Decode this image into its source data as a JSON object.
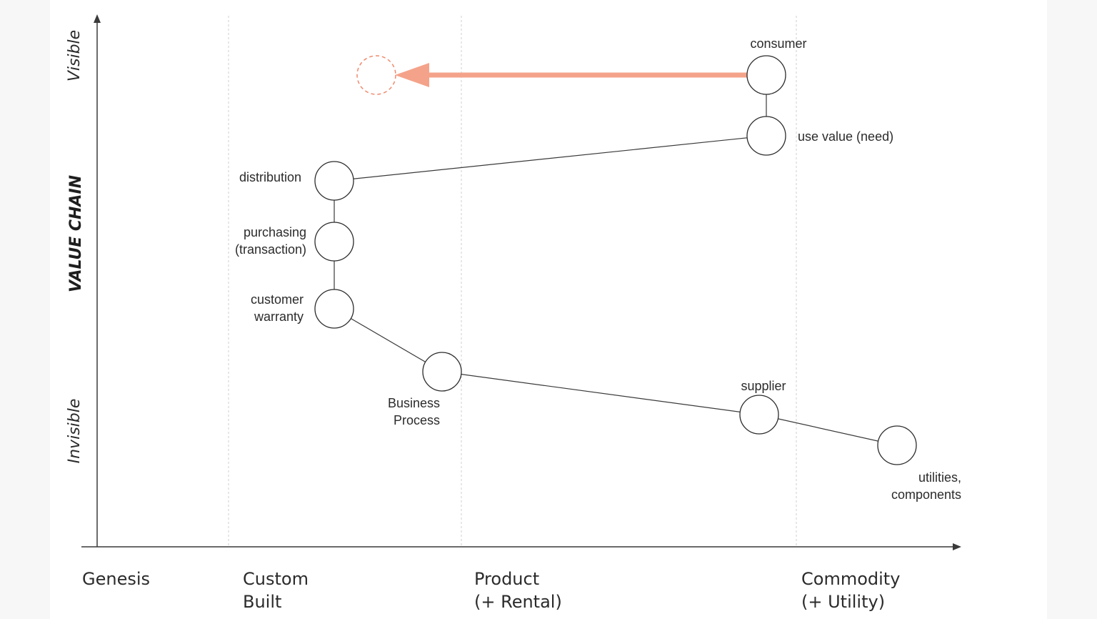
{
  "y_axis": {
    "top_label": "Visible",
    "title": "VALUE CHAIN",
    "bottom_label": "Invisible"
  },
  "x_axis": {
    "stages": [
      {
        "id": "genesis",
        "lines": [
          "Genesis"
        ]
      },
      {
        "id": "custom-built",
        "lines": [
          "Custom",
          "Built"
        ]
      },
      {
        "id": "product",
        "lines": [
          "Product",
          "(+ Rental)"
        ]
      },
      {
        "id": "commodity",
        "lines": [
          "Commodity",
          "(+ Utility)"
        ]
      }
    ]
  },
  "nodes": [
    {
      "id": "consumer",
      "lines": [
        "consumer"
      ]
    },
    {
      "id": "use-value",
      "lines": [
        "use value (need)"
      ]
    },
    {
      "id": "distribution",
      "lines": [
        "distribution"
      ]
    },
    {
      "id": "purchasing",
      "lines": [
        "purchasing",
        "(transaction)"
      ]
    },
    {
      "id": "customer-warranty",
      "lines": [
        "customer",
        "warranty"
      ]
    },
    {
      "id": "business-process",
      "lines": [
        "Business",
        "Process"
      ]
    },
    {
      "id": "supplier",
      "lines": [
        "supplier"
      ]
    },
    {
      "id": "utilities",
      "lines": [
        "utilities,",
        "components"
      ]
    }
  ],
  "links": [
    [
      "consumer",
      "use-value"
    ],
    [
      "use-value",
      "distribution"
    ],
    [
      "distribution",
      "purchasing"
    ],
    [
      "purchasing",
      "customer-warranty"
    ],
    [
      "customer-warranty",
      "business-process"
    ],
    [
      "business-process",
      "supplier"
    ],
    [
      "supplier",
      "utilities"
    ]
  ],
  "movement": {
    "from": "consumer",
    "color": "#f4a38a",
    "target_color": "#f08a6c"
  },
  "colors": {
    "line": "#3a3a3a",
    "grid": "#cfcfcf",
    "node_stroke": "#2b2b2b"
  }
}
